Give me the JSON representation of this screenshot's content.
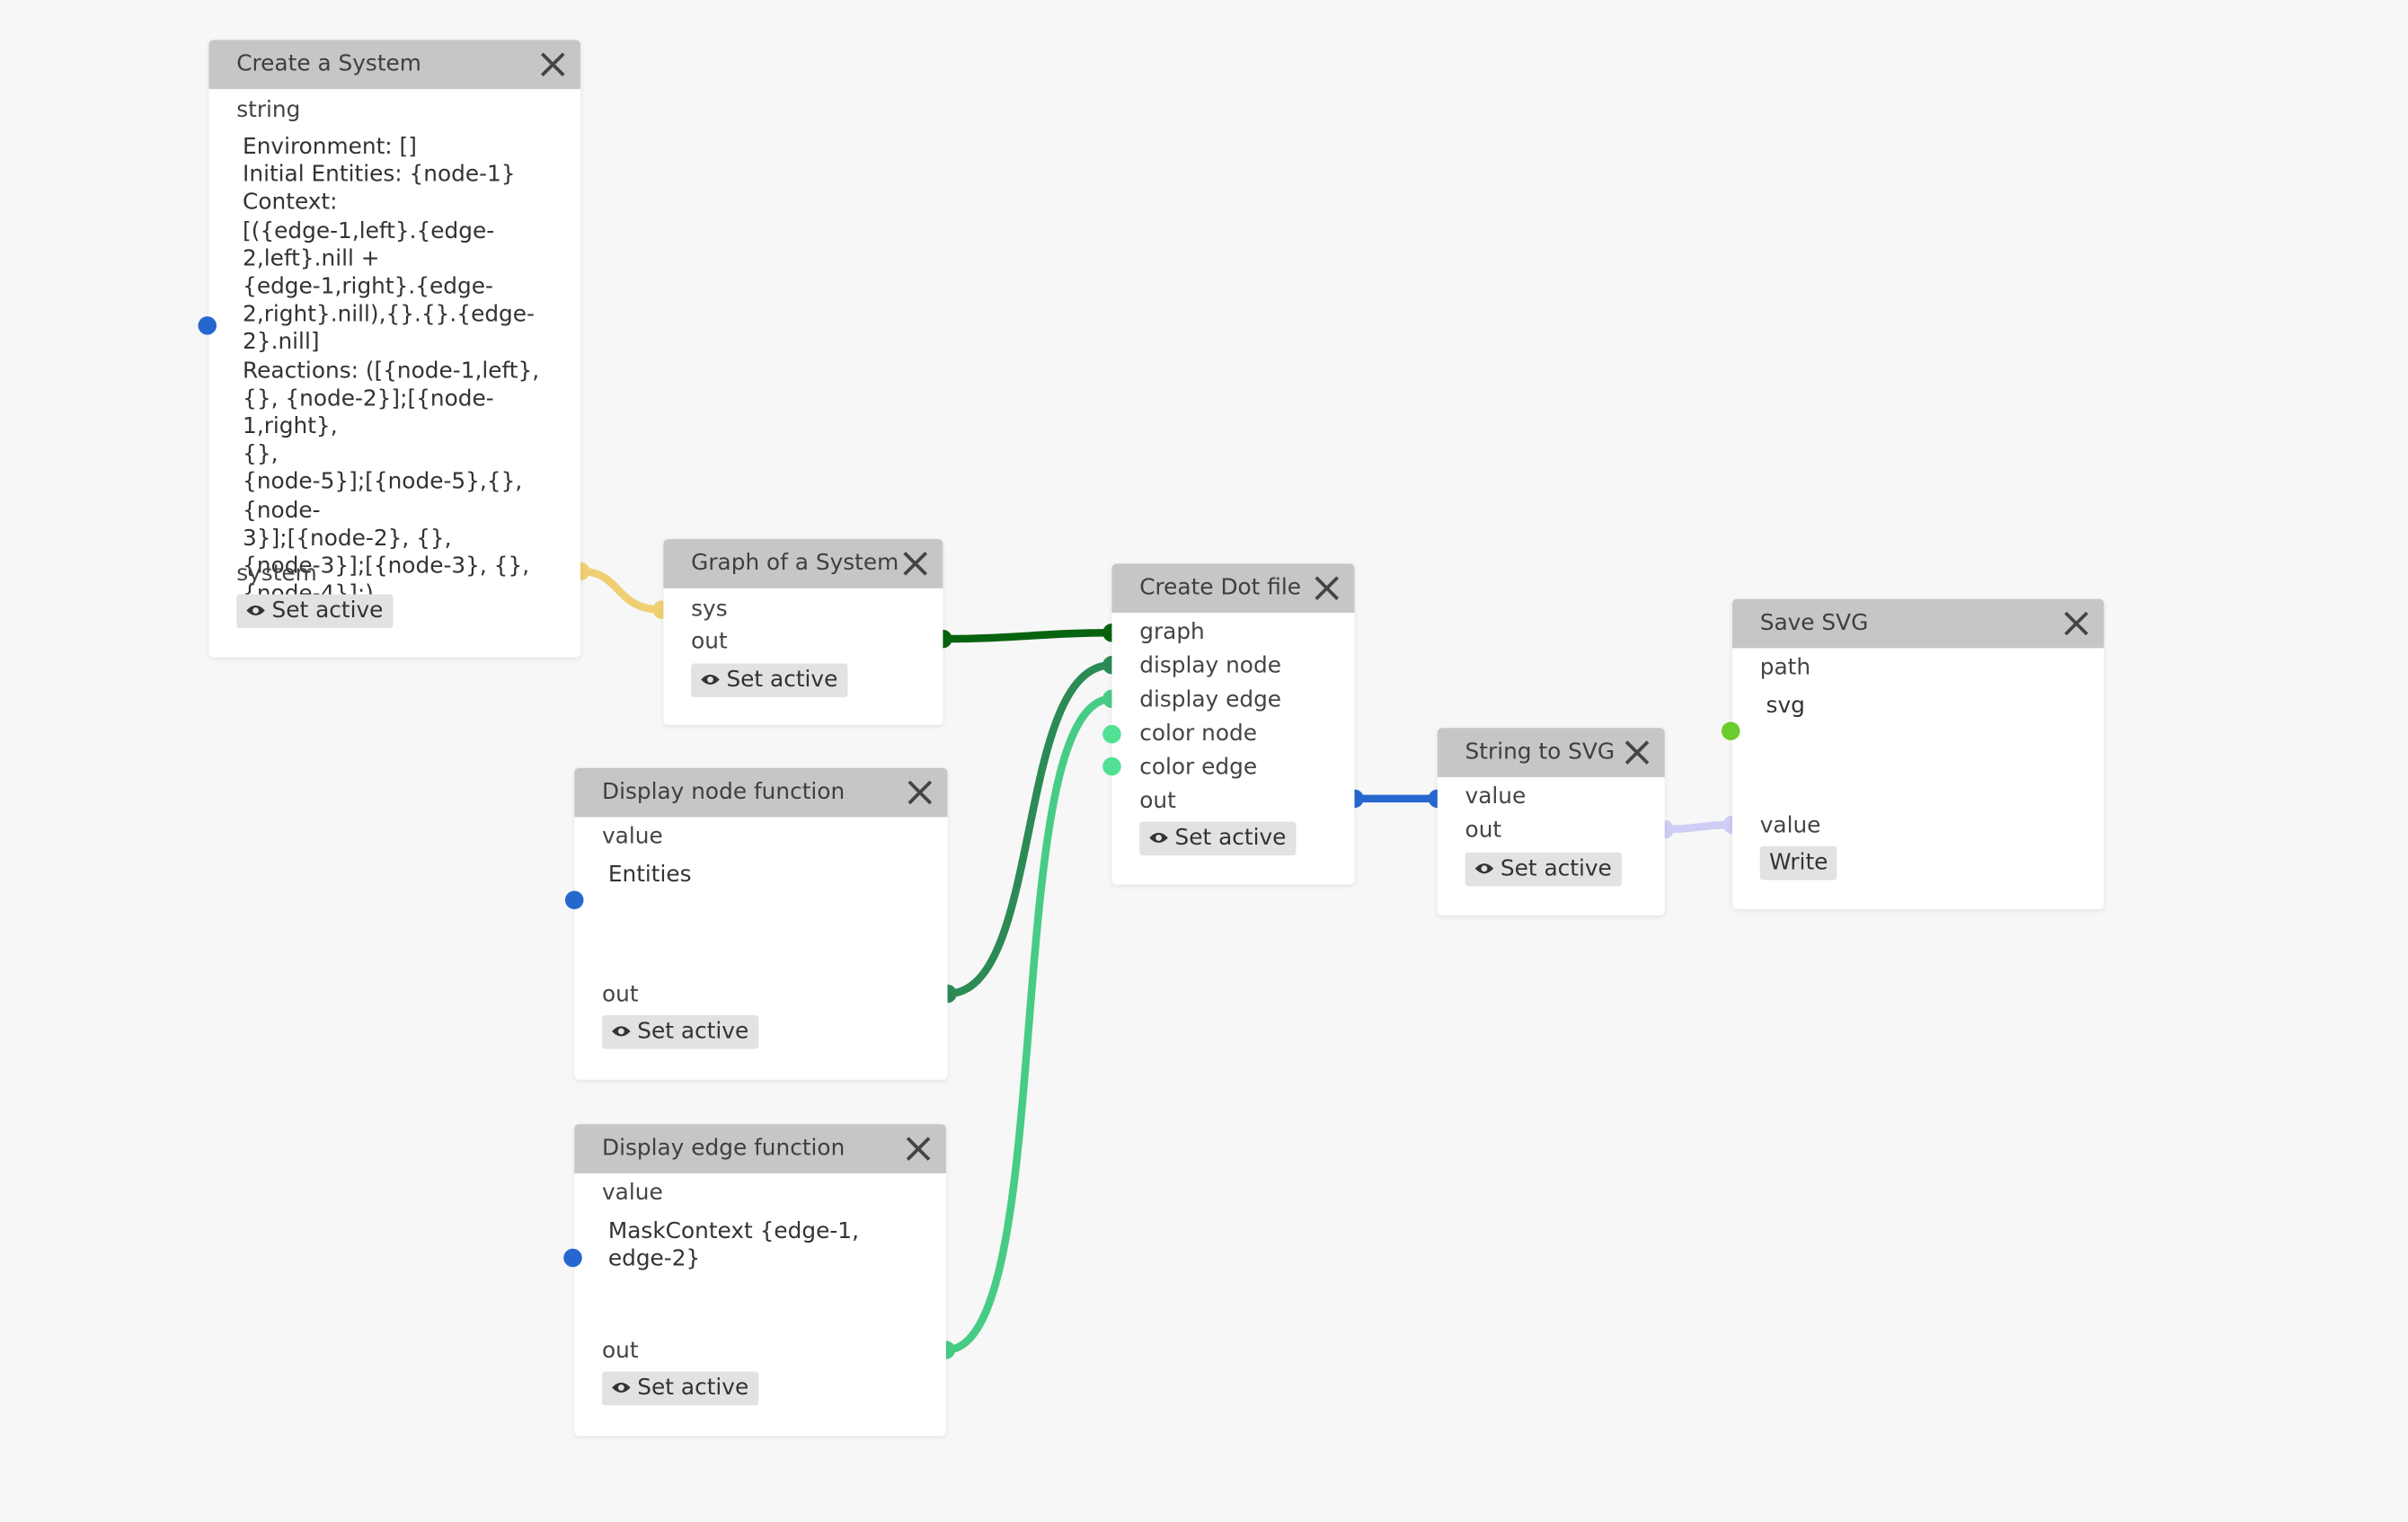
{
  "colors": {
    "canvas_bg": "#f7f7f7",
    "header_bg": "#c6c6c6",
    "wire_system": "#f0cf72",
    "wire_graph": "#07630f",
    "wire_display_node": "#2c8a55",
    "wire_display_edge": "#47cc85",
    "wire_svg": "#2667cf",
    "wire_value": "#cdcdf5",
    "port_blue": "#2667cf",
    "port_green_light": "#52e095",
    "port_lime": "#6acc2d"
  },
  "icons": {
    "close": "close-icon",
    "eye": "eye-icon"
  },
  "nodes": {
    "create_system": {
      "title": "Create a System",
      "input_label": "string",
      "value": "Environment: []\nInitial Entities: {node-1}\nContext:\n[({edge-1,left}.{edge-\n2,left}.nill +\n{edge-1,right}.{edge-\n2,right}.nill),{}.{}.{edge-\n2}.nill]\nReactions: ([{node-1,left},\n{}, {node-2}];[{node-1,right},\n{},\n{node-5}];[{node-5},{},{node-\n3}];[{node-2}, {},\n{node-3}];[{node-3}, {},\n{node-4}];)",
      "output_label": "system",
      "button": "Set active"
    },
    "graph_system": {
      "title": "Graph of a System",
      "input_label": "sys",
      "output_label": "out",
      "button": "Set active"
    },
    "display_node_fn": {
      "title": "Display node function",
      "input_label": "value",
      "value": "Entities",
      "output_label": "out",
      "button": "Set active"
    },
    "display_edge_fn": {
      "title": "Display edge function",
      "input_label": "value",
      "value": "MaskContext {edge-1,\nedge-2}",
      "output_label": "out",
      "button": "Set active"
    },
    "create_dot": {
      "title": "Create Dot file",
      "inputs": [
        "graph",
        "display node",
        "display edge",
        "color node",
        "color edge"
      ],
      "output_label": "out",
      "button": "Set active"
    },
    "string_svg": {
      "title": "String to SVG",
      "input_label": "value",
      "output_label": "out",
      "button": "Set active"
    },
    "save_svg": {
      "title": "Save SVG",
      "input_label": "path",
      "value": "svg",
      "input2_label": "value",
      "button": "Write"
    }
  }
}
